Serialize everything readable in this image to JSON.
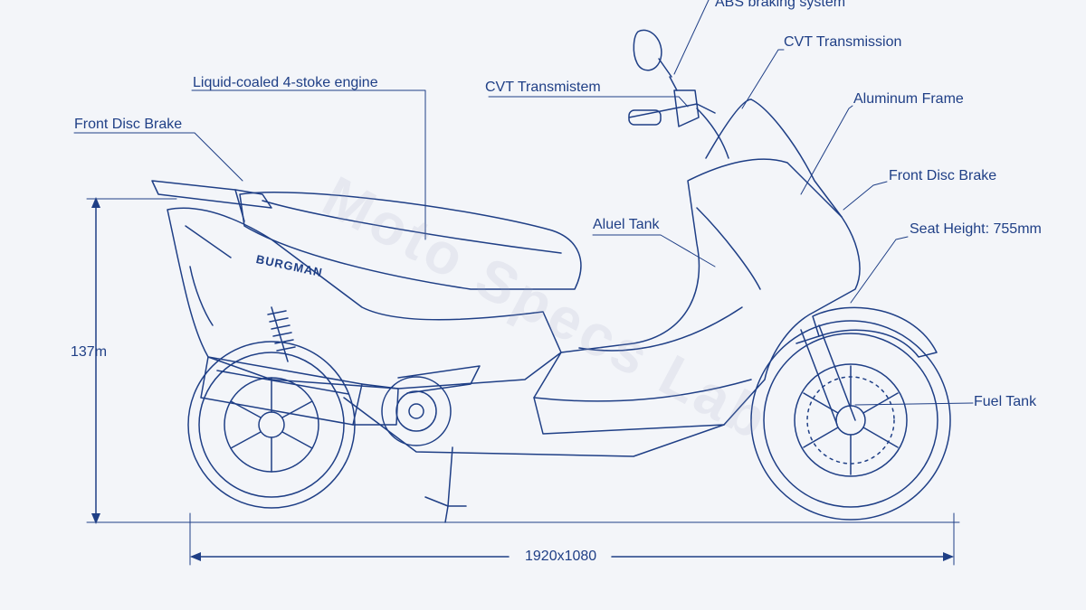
{
  "diagram": {
    "labels": {
      "abs_braking": "ABS braking system",
      "cvt_transmission_top": "CVT Transmission",
      "cvt_transmission_mid": "CVT Transmistem",
      "liquid_cooled_engine": "Liquid-coaled 4-stoke engine",
      "aluminum_frame": "Aluminum Frame",
      "front_disc_brake_left": "Front Disc Brake",
      "front_disc_brake_right": "Front Disc Brake",
      "fuel_tank_mid": "Aluel Tank",
      "seat_height": "Seat Height: 755mm",
      "fuel_tank_right": "Fuel Tank",
      "height_dimension": "137m",
      "length_dimension": "1920x1080"
    },
    "body_brand": "BURGMAN",
    "watermark": "Moto Specs Lab",
    "colors": {
      "background": "#f3f5f9",
      "line": "#1f3f86",
      "watermark": "#a0aabe"
    }
  }
}
